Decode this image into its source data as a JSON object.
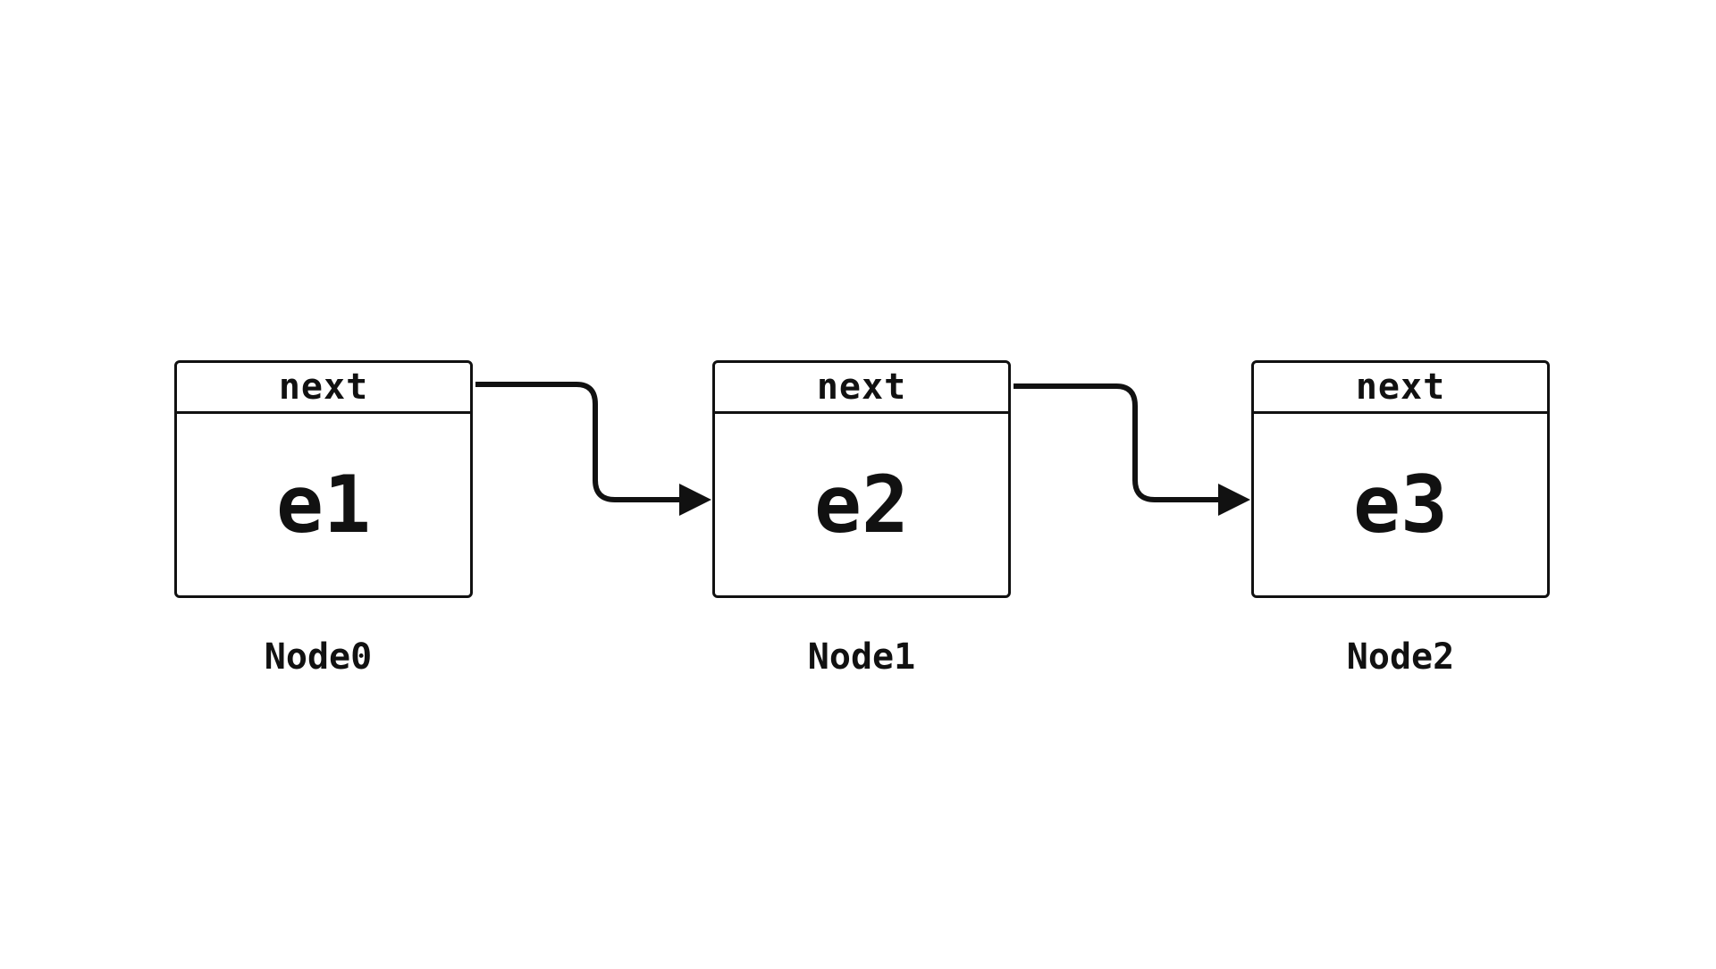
{
  "diagram": {
    "nodes": [
      {
        "caption": "Node0",
        "header": "next",
        "value": "e1"
      },
      {
        "caption": "Node1",
        "header": "next",
        "value": "e2"
      },
      {
        "caption": "Node2",
        "header": "next",
        "value": "e3"
      }
    ],
    "colors": {
      "stroke": "#111111",
      "background": "#ffffff"
    }
  }
}
